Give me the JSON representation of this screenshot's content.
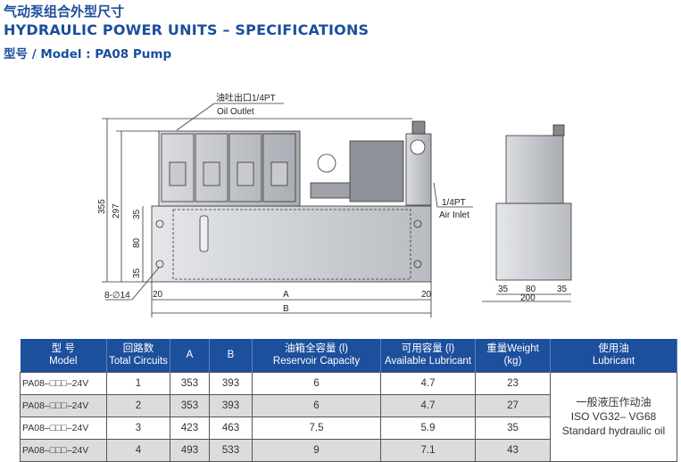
{
  "header": {
    "title_cn": "气动泵组合外型尺寸",
    "title_en": "HYDRAULIC POWER UNITS – SPECIFICATIONS",
    "model": "型号 / Model : PA08 Pump"
  },
  "drawing": {
    "oil_outlet_cn": "油吐出口1/4PT",
    "oil_outlet_en": "Oil Outlet",
    "air_inlet_size": "1/4PT",
    "air_inlet_en": "Air Inlet",
    "dim_355": "355",
    "dim_297": "297",
    "dim_35a": "35",
    "dim_80": "80",
    "dim_35b": "35",
    "hole": "8-∅14",
    "dim_20a": "20",
    "dim_20b": "20",
    "dim_A": "A",
    "dim_B": "B",
    "side_35a": "35",
    "side_80": "80",
    "side_35b": "35",
    "side_200": "200"
  },
  "table": {
    "headers": [
      {
        "cn": "型 号",
        "en": "Model"
      },
      {
        "cn": "回路数",
        "en": "Total Circuits"
      },
      {
        "cn": "A",
        "en": ""
      },
      {
        "cn": "B",
        "en": ""
      },
      {
        "cn": "油箱全容量 (l)",
        "en": "Reservoir Capacity"
      },
      {
        "cn": "可用容量 (l)",
        "en": "Available Lubricant"
      },
      {
        "cn": "重量Weight",
        "en": "(kg)"
      },
      {
        "cn": "使用油",
        "en": "Lubricant"
      }
    ],
    "rows": [
      {
        "model": "PA08–□□□–24V",
        "circuits": "1",
        "a": "353",
        "b": "393",
        "reservoir": "6",
        "available": "4.7",
        "weight": "23"
      },
      {
        "model": "PA08–□□□–24V",
        "circuits": "2",
        "a": "353",
        "b": "393",
        "reservoir": "6",
        "available": "4.7",
        "weight": "27"
      },
      {
        "model": "PA08–□□□–24V",
        "circuits": "3",
        "a": "423",
        "b": "463",
        "reservoir": "7.5",
        "available": "5.9",
        "weight": "35"
      },
      {
        "model": "PA08–□□□–24V",
        "circuits": "4",
        "a": "493",
        "b": "533",
        "reservoir": "9",
        "available": "7.1",
        "weight": "43"
      }
    ],
    "lubricant": {
      "cn": "一般液压作动油",
      "iso": "ISO VG32– VG68",
      "en": "Standard hydraulic oil"
    }
  }
}
